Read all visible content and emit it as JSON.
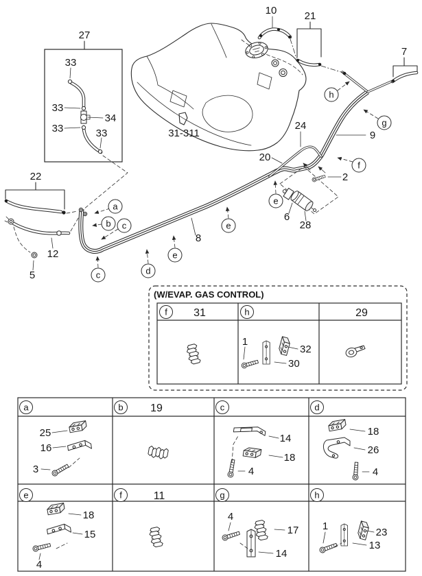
{
  "diagram": {
    "tank_section_ref": "31-311",
    "part_labels": {
      "p2": "2",
      "p5": "5",
      "p6": "6",
      "p7": "7",
      "p8": "8",
      "p9": "9",
      "p10": "10",
      "p12": "12",
      "p20": "20",
      "p21": "21",
      "p22": "22",
      "p24": "24",
      "p27": "27",
      "p28": "28",
      "p33": "33",
      "p34": "34"
    },
    "callout_letters": {
      "a": "a",
      "b": "b",
      "c": "c",
      "d": "d",
      "e": "e",
      "f": "f",
      "g": "g",
      "h": "h"
    }
  },
  "evap_panel": {
    "title": "(W/EVAP. GAS CONTROL)",
    "col_f": {
      "letter": "f",
      "number": "31"
    },
    "col_h": {
      "letter": "h",
      "labels": {
        "p1": "1",
        "p32": "32",
        "p30": "30"
      }
    },
    "col_29": {
      "number": "29"
    }
  },
  "parts_table": {
    "cell_a": {
      "letter": "a",
      "labels": {
        "p25": "25",
        "p16": "16",
        "p3": "3"
      }
    },
    "cell_b": {
      "letter": "b",
      "number": "19"
    },
    "cell_c": {
      "letter": "c",
      "labels": {
        "p14": "14",
        "p18": "18",
        "p4": "4"
      }
    },
    "cell_d": {
      "letter": "d",
      "labels": {
        "p18": "18",
        "p26": "26",
        "p4": "4"
      }
    },
    "cell_e": {
      "letter": "e",
      "labels": {
        "p18": "18",
        "p15": "15",
        "p4": "4"
      }
    },
    "cell_f": {
      "letter": "f",
      "number": "11"
    },
    "cell_g": {
      "letter": "g",
      "labels": {
        "p4": "4",
        "p17": "17",
        "p14": "14"
      }
    },
    "cell_h": {
      "letter": "h",
      "labels": {
        "p1": "1",
        "p23": "23",
        "p13": "13"
      }
    }
  }
}
